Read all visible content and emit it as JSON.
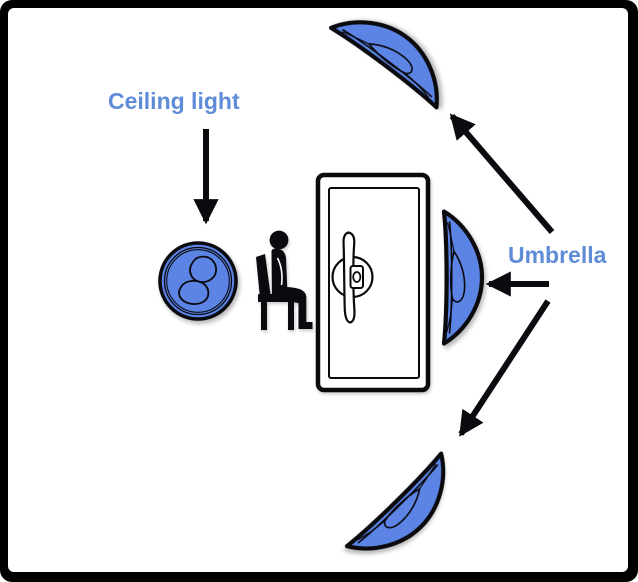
{
  "window": {
    "type": "lighting-setup-diagram",
    "background": "#ffffff",
    "frame_color": "#000000"
  },
  "labels": {
    "ceiling_light": "Ceiling light",
    "umbrella": "Umbrella"
  },
  "colors": {
    "shape_blue": "#5b84e4",
    "label_blue": "#5f8cd7",
    "line_black": "#0a0a0f"
  },
  "elements": {
    "ceiling_light_icon": "ceiling light fixture, top view, blue circle",
    "person_icon": "person seated on chair, side view silhouette",
    "desk_icon": "desk with monitor, top view",
    "umbrella_top_icon": "reflector umbrella, upper right, angled toward subject",
    "umbrella_middle_icon": "reflector umbrella, right of desk, facing subject",
    "umbrella_bottom_icon": "reflector umbrella, lower right, angled toward subject"
  },
  "arrows": {
    "ceiling_light_arrow": "points down from 'Ceiling light' label to light fixture",
    "umbrella_arrow_top": "points up-right-to-upper umbrella from label area",
    "umbrella_arrow_middle": "points left from 'Umbrella' label to middle umbrella",
    "umbrella_arrow_bottom": "points down-left to lower umbrella from label area"
  }
}
